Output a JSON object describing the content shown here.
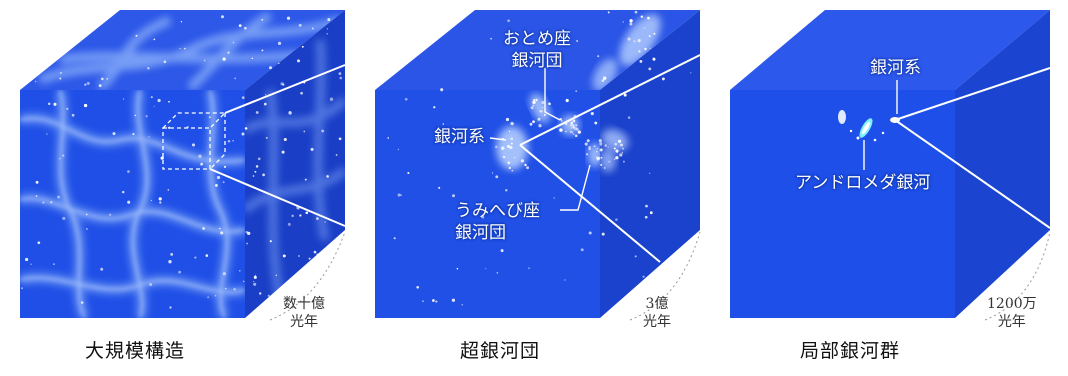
{
  "colors": {
    "front": "#1f4fe6",
    "top": "#3a62f0",
    "side": "#1838b8",
    "filament": "#8fbbff",
    "edge": "#cfe0ff"
  },
  "panels": [
    {
      "caption": "大規模構造",
      "distance_line1": "数十億",
      "distance_line2": "光年"
    },
    {
      "caption": "超銀河団",
      "distance_line1": "3億",
      "distance_line2": "光年",
      "labels": {
        "virgo_line1": "おとめ座",
        "virgo_line2": "銀河団",
        "milkyway": "銀河系",
        "hydra_line1": "うみへび座",
        "hydra_line2": "銀河団"
      }
    },
    {
      "caption": "局部銀河群",
      "distance_line1": "1200万",
      "distance_line2": "光年",
      "labels": {
        "milkyway": "銀河系",
        "andromeda": "アンドロメダ銀河"
      }
    }
  ]
}
